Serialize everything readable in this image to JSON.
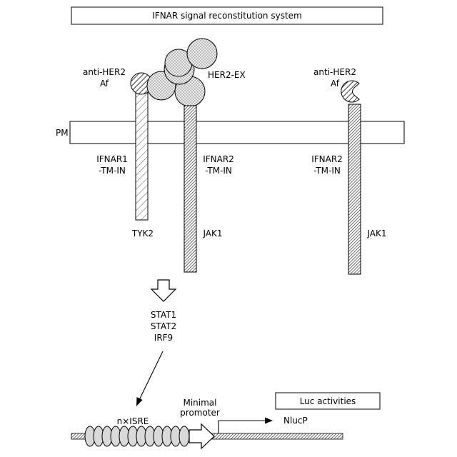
{
  "title": "IFNAR signal reconstitution system",
  "membrane_label": "PM",
  "receptors": {
    "left": {
      "binder_line1": "anti-HER2",
      "binder_line2": "Af",
      "chain_line1": "IFNAR1",
      "chain_line2": "-TM-IN",
      "kinase": "TYK2"
    },
    "middle": {
      "ligand": "HER2-EX",
      "chain_line1": "IFNAR2",
      "chain_line2": "-TM-IN",
      "kinase": "JAK1"
    },
    "right": {
      "binder_line1": "anti-HER2",
      "binder_line2": "Af",
      "chain_line1": "IFNAR2",
      "chain_line2": "-TM-IN",
      "kinase": "JAK1"
    }
  },
  "signaling": [
    "STAT1",
    "STAT2",
    "IRF9"
  ],
  "reporter": {
    "isre_label": "n×ISRE",
    "promoter_line1": "Minimal",
    "promoter_line2": "promoter",
    "gene_label": "NlucP",
    "readout_label": "Luc activities"
  }
}
